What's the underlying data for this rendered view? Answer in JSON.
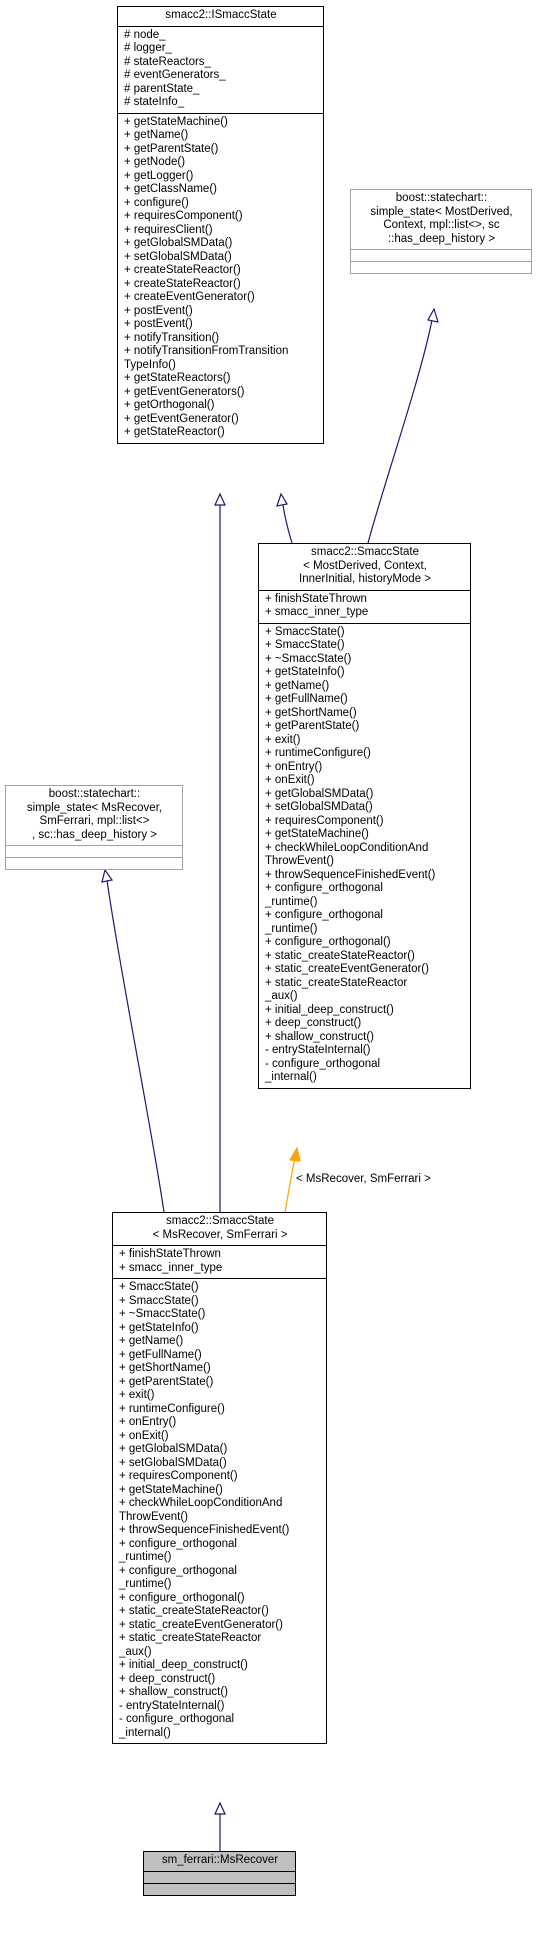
{
  "edge_label": "< MsRecover, SmFerrari >",
  "colors": {
    "edge_inherit": "#191970",
    "edge_template": "#ffa500",
    "focus_fill": "#bfbfbf",
    "external_border": "#a0a0a0"
  },
  "nodes": {
    "isaccstate": {
      "title": [
        "smacc2::ISmaccState"
      ],
      "attributes": [
        "# node_",
        "# logger_",
        "# stateReactors_",
        "# eventGenerators_",
        "# parentState_",
        "# stateInfo_"
      ],
      "methods": [
        "+ getStateMachine()",
        "+ getName()",
        "+ getParentState()",
        "+ getNode()",
        "+ getLogger()",
        "+ getClassName()",
        "+ configure()",
        "+ requiresComponent()",
        "+ requiresClient()",
        "+ getGlobalSMData()",
        "+ setGlobalSMData()",
        "+ createStateReactor()",
        "+ createStateReactor()",
        "+ createEventGenerator()",
        "+ postEvent()",
        "+ postEvent()",
        "+ notifyTransition()",
        "+ notifyTransitionFromTransition\nTypeInfo()",
        "+ getStateReactors()",
        "+ getEventGenerators()",
        "+ getOrthogonal()",
        "+ getEventGenerator()",
        "+ getStateReactor()"
      ]
    },
    "boost_top": {
      "title": [
        "boost::statechart::",
        "simple_state< MostDerived,",
        "Context, mpl::list<>, sc",
        "::has_deep_history >"
      ]
    },
    "smaccstate_template": {
      "title": [
        "smacc2::SmaccState",
        "< MostDerived, Context,",
        "InnerInitial, historyMode >"
      ],
      "attributes": [
        "+ finishStateThrown",
        "+ smacc_inner_type"
      ],
      "methods": [
        "+ SmaccState()",
        "+ SmaccState()",
        "+ ~SmaccState()",
        "+ getStateInfo()",
        "+ getName()",
        "+ getFullName()",
        "+ getShortName()",
        "+ getParentState()",
        "+ exit()",
        "+ runtimeConfigure()",
        "+ onEntry()",
        "+ onExit()",
        "+ getGlobalSMData()",
        "+ setGlobalSMData()",
        "+ requiresComponent()",
        "+ getStateMachine()",
        "+ checkWhileLoopConditionAnd\nThrowEvent()",
        "+ throwSequenceFinishedEvent()",
        "+ configure_orthogonal\n_runtime()",
        "+ configure_orthogonal\n_runtime()",
        "+ configure_orthogonal()",
        "+ static_createStateReactor()",
        "+ static_createEventGenerator()",
        "+ static_createStateReactor\n_aux()",
        "+ initial_deep_construct()",
        "+ deep_construct()",
        "+ shallow_construct()",
        "- entryStateInternal()",
        "- configure_orthogonal\n_internal()"
      ]
    },
    "boost_mid": {
      "title": [
        "boost::statechart::",
        "simple_state< MsRecover,",
        "SmFerrari, mpl::list<>",
        ", sc::has_deep_history >"
      ]
    },
    "smaccstate_inst": {
      "title": [
        "smacc2::SmaccState",
        "< MsRecover, SmFerrari >"
      ],
      "attributes": [
        "+ finishStateThrown",
        "+ smacc_inner_type"
      ],
      "methods": [
        "+ SmaccState()",
        "+ SmaccState()",
        "+ ~SmaccState()",
        "+ getStateInfo()",
        "+ getName()",
        "+ getFullName()",
        "+ getShortName()",
        "+ getParentState()",
        "+ exit()",
        "+ runtimeConfigure()",
        "+ onEntry()",
        "+ onExit()",
        "+ getGlobalSMData()",
        "+ setGlobalSMData()",
        "+ requiresComponent()",
        "+ getStateMachine()",
        "+ checkWhileLoopConditionAnd\nThrowEvent()",
        "+ throwSequenceFinishedEvent()",
        "+ configure_orthogonal\n_runtime()",
        "+ configure_orthogonal\n_runtime()",
        "+ configure_orthogonal()",
        "+ static_createStateReactor()",
        "+ static_createEventGenerator()",
        "+ static_createStateReactor\n_aux()",
        "+ initial_deep_construct()",
        "+ deep_construct()",
        "+ shallow_construct()",
        "- entryStateInternal()",
        "- configure_orthogonal\n_internal()"
      ]
    },
    "msrecover": {
      "title": [
        "sm_ferrari::MsRecover"
      ]
    }
  }
}
